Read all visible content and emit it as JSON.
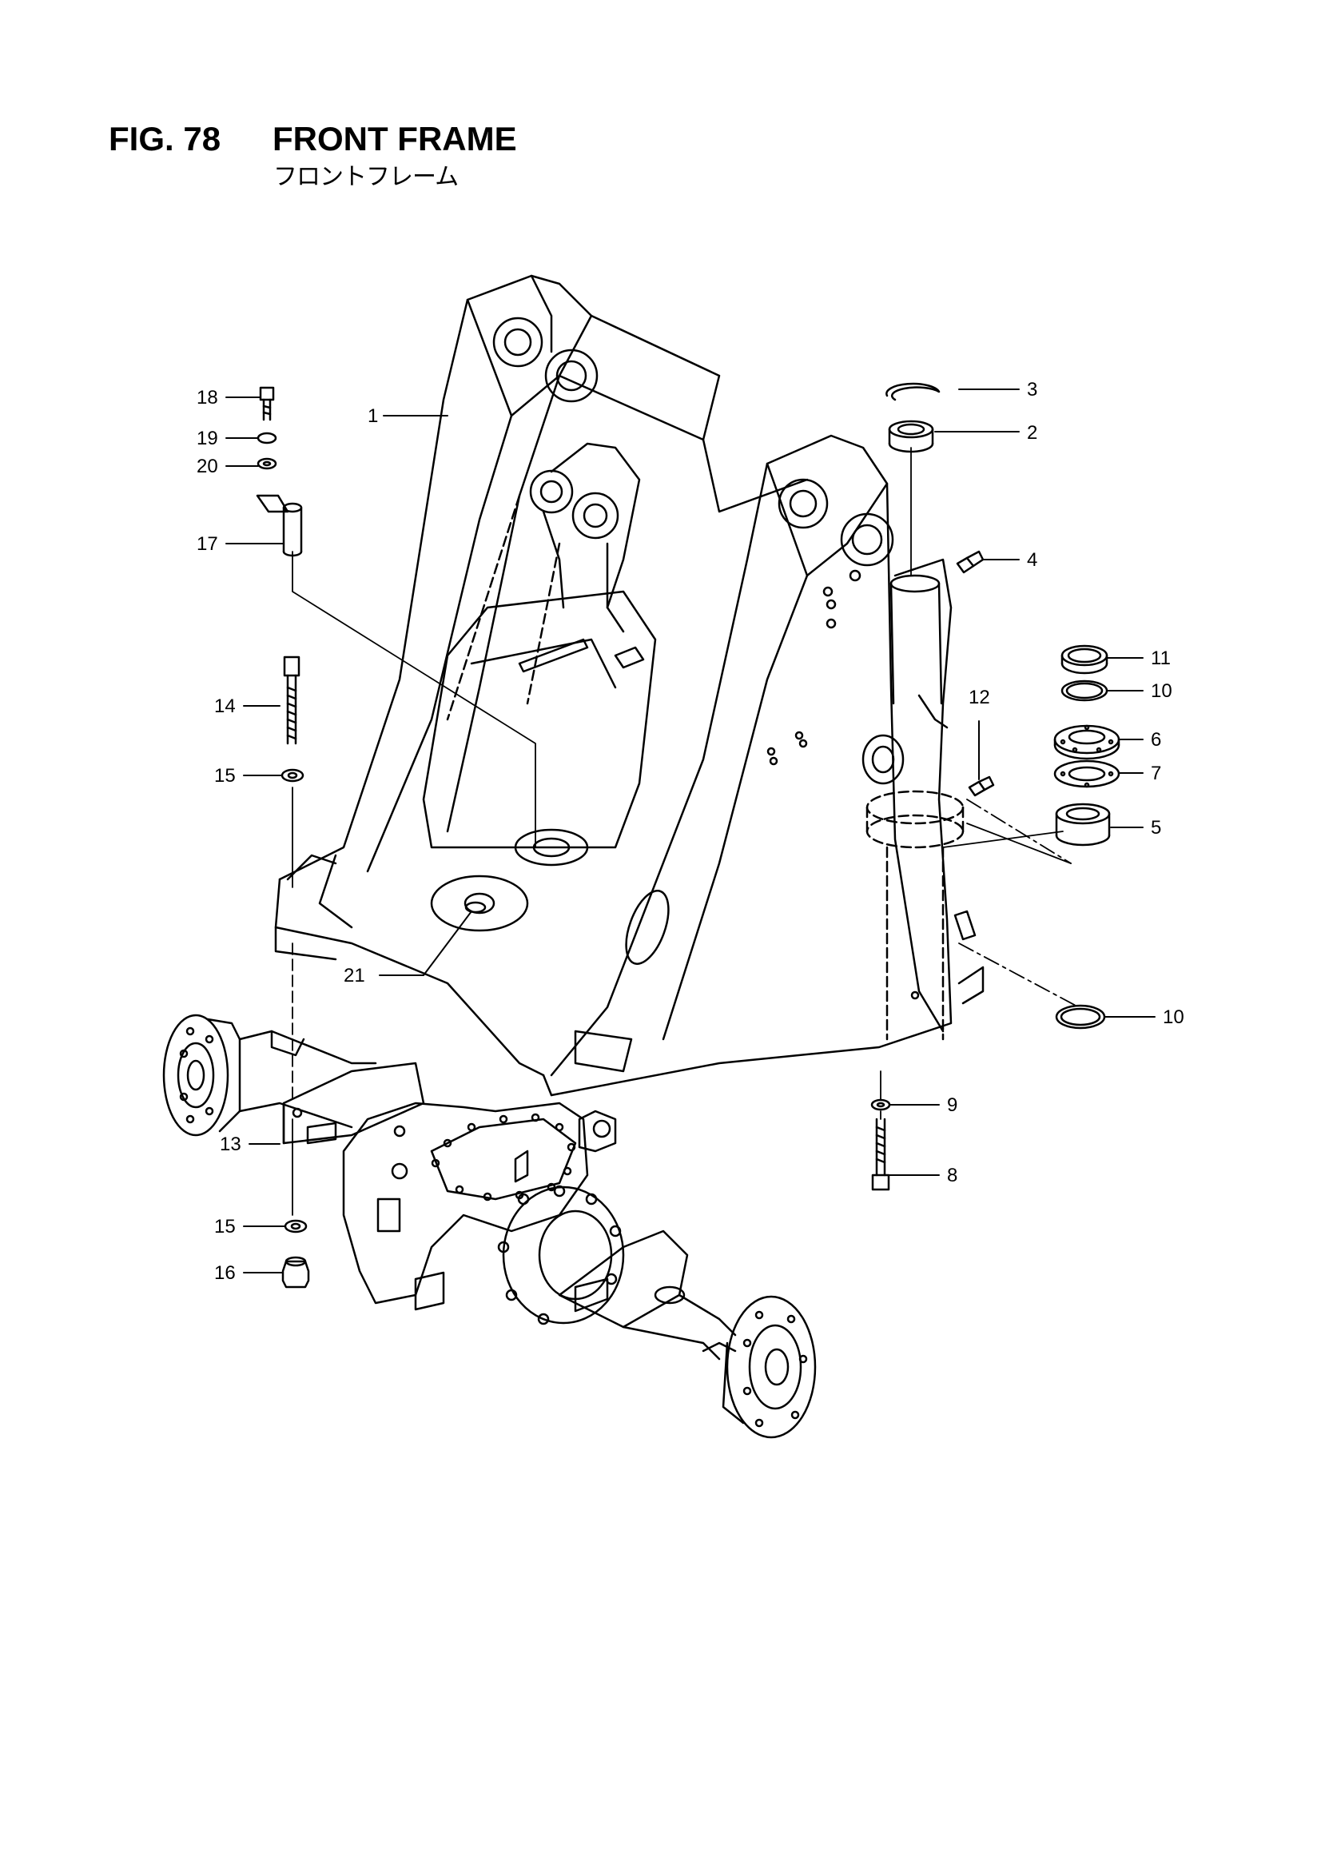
{
  "figure": {
    "number": "FIG. 78",
    "title": "FRONT FRAME",
    "subtitle": "フロントフレーム"
  },
  "callouts": [
    {
      "id": "c1",
      "label": "1"
    },
    {
      "id": "c2",
      "label": "2"
    },
    {
      "id": "c3",
      "label": "3"
    },
    {
      "id": "c4",
      "label": "4"
    },
    {
      "id": "c5",
      "label": "5"
    },
    {
      "id": "c6",
      "label": "6"
    },
    {
      "id": "c7",
      "label": "7"
    },
    {
      "id": "c8",
      "label": "8"
    },
    {
      "id": "c9",
      "label": "9"
    },
    {
      "id": "c10a",
      "label": "10"
    },
    {
      "id": "c10b",
      "label": "10"
    },
    {
      "id": "c11",
      "label": "11"
    },
    {
      "id": "c12",
      "label": "12"
    },
    {
      "id": "c13",
      "label": "13"
    },
    {
      "id": "c14",
      "label": "14"
    },
    {
      "id": "c15a",
      "label": "15"
    },
    {
      "id": "c15b",
      "label": "15"
    },
    {
      "id": "c16",
      "label": "16"
    },
    {
      "id": "c17",
      "label": "17"
    },
    {
      "id": "c18",
      "label": "18"
    },
    {
      "id": "c19",
      "label": "19"
    },
    {
      "id": "c20",
      "label": "20"
    },
    {
      "id": "c21",
      "label": "21"
    }
  ]
}
